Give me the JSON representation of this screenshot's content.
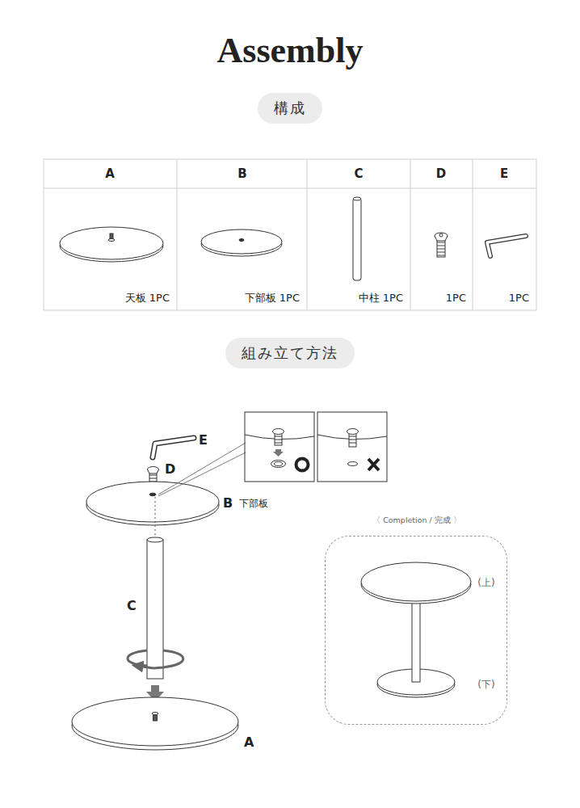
{
  "diagram": {
    "title": "Assembly",
    "nodes": [
      {
        "text": [
          "構成"
        ]
      },
      {
        "text": [
          "組み立て方法"
        ]
      },
      {
        "text": [
          "〈 Completion / 完成 〉",
          "(上)",
          "(下)"
        ]
      }
    ],
    "labels": [
      "A",
      "B",
      "C",
      "D",
      "E",
      "天板 1PC",
      "下部板 1PC",
      "中柱 1PC",
      "1PC",
      "1PC",
      "E",
      "D",
      "B",
      "下部板",
      "C",
      "A"
    ]
  }
}
